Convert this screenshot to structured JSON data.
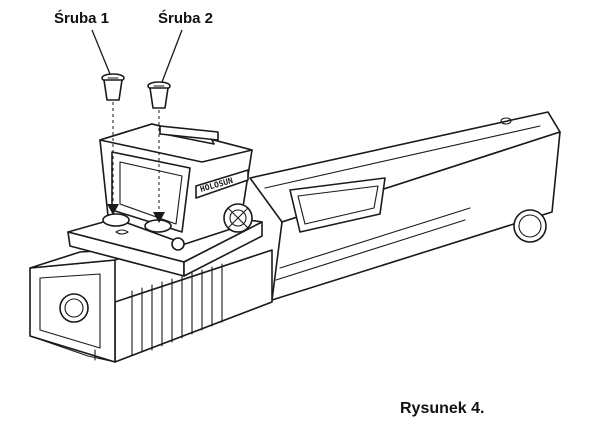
{
  "labels": {
    "screw_1": "Śruba 1",
    "screw_2": "Śruba 2"
  },
  "caption": "Rysunek 4.",
  "sight_logo_text": "HOLOSUN",
  "colors": {
    "line": "#1a1a1a",
    "background": "#ffffff"
  }
}
